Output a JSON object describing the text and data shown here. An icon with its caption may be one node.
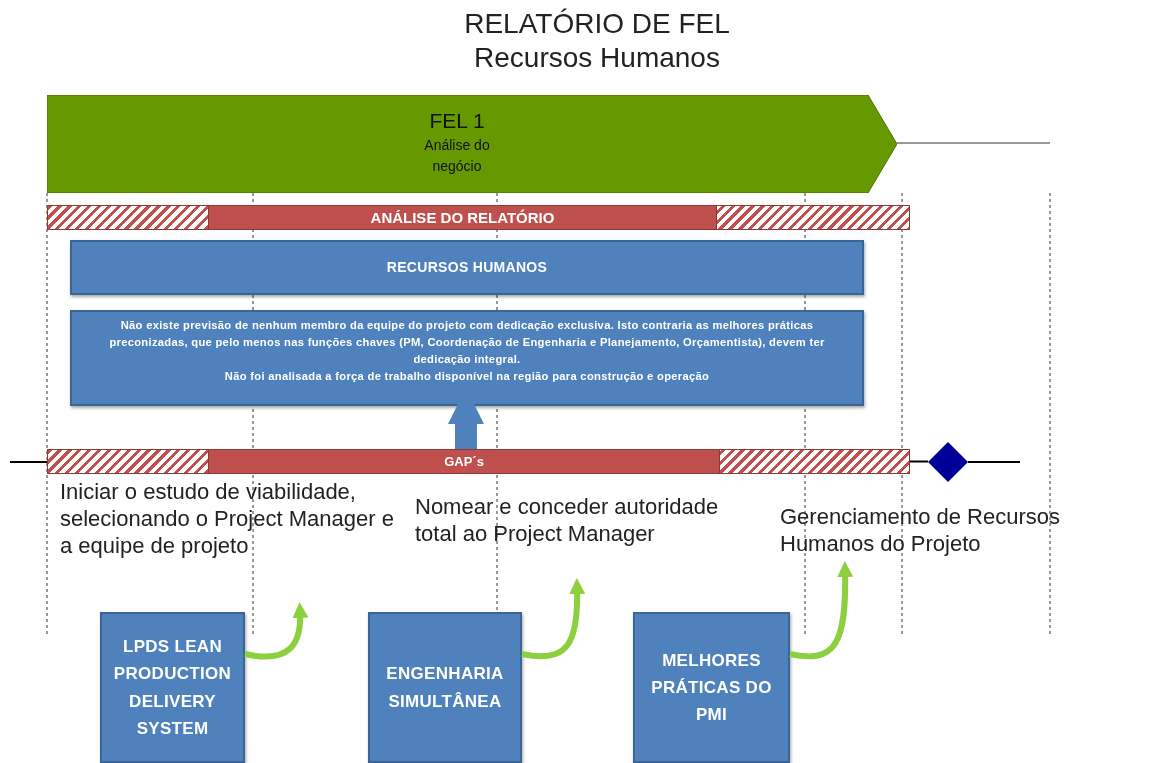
{
  "diagram": {
    "title": "RELATÓRIO DE FEL",
    "nodes": [
      {
        "text": [
          "FEL 1",
          "Análise do negócio"
        ]
      },
      {
        "text": [
          "ANÁLISE DO RELATÓRIO"
        ]
      },
      {
        "text": [
          "RECURSOS HUMANOS"
        ]
      },
      {
        "text": [
          "Não existe previsão de nenhum membro da equipe do projeto com dedicação exclusiva. Isto contraria as melhores práticas preconizadas, que pelo menos nas funções chaves (PM, Coordenação de Engenharia e Planejamento, Orçamentista), devem ter dedicação integral.",
          "Não foi analisada a força de trabalho disponível na região para construção e operação"
        ]
      },
      {
        "text": [
          "GAP´s"
        ]
      },
      {
        "text": [],
        "shape": "diamond"
      },
      {
        "text": [
          "Iniciar o estudo de viabilidade, selecionando o Project Manager e a equipe de projeto"
        ]
      },
      {
        "text": [
          "Nomear e conceder autoridade total ao Project Manager"
        ]
      },
      {
        "text": [
          "Gerenciamento de Recursos Humanos do Projeto"
        ]
      },
      {
        "text": [
          "LPDS LEAN PRODUCTION DELIVERY SYSTEM"
        ]
      },
      {
        "text": [
          "ENGENHARIA SIMULTÂNEA"
        ]
      },
      {
        "text": [
          "MELHORES PRÁTICAS DO PMI"
        ]
      }
    ],
    "edges": [
      {
        "from": 4,
        "to": 3,
        "arrow": "to",
        "style": "thick",
        "color": "#4f81bd"
      },
      {
        "from": 4,
        "to": 5,
        "arrow": "none",
        "color": "#000000"
      },
      {
        "from": 9,
        "to": 6,
        "arrow": "to"
      },
      {
        "from": 10,
        "to": 7,
        "arrow": "to"
      },
      {
        "from": 11,
        "to": 8,
        "arrow": "to"
      }
    ],
    "labels": [
      "Recursos Humanos"
    ]
  }
}
